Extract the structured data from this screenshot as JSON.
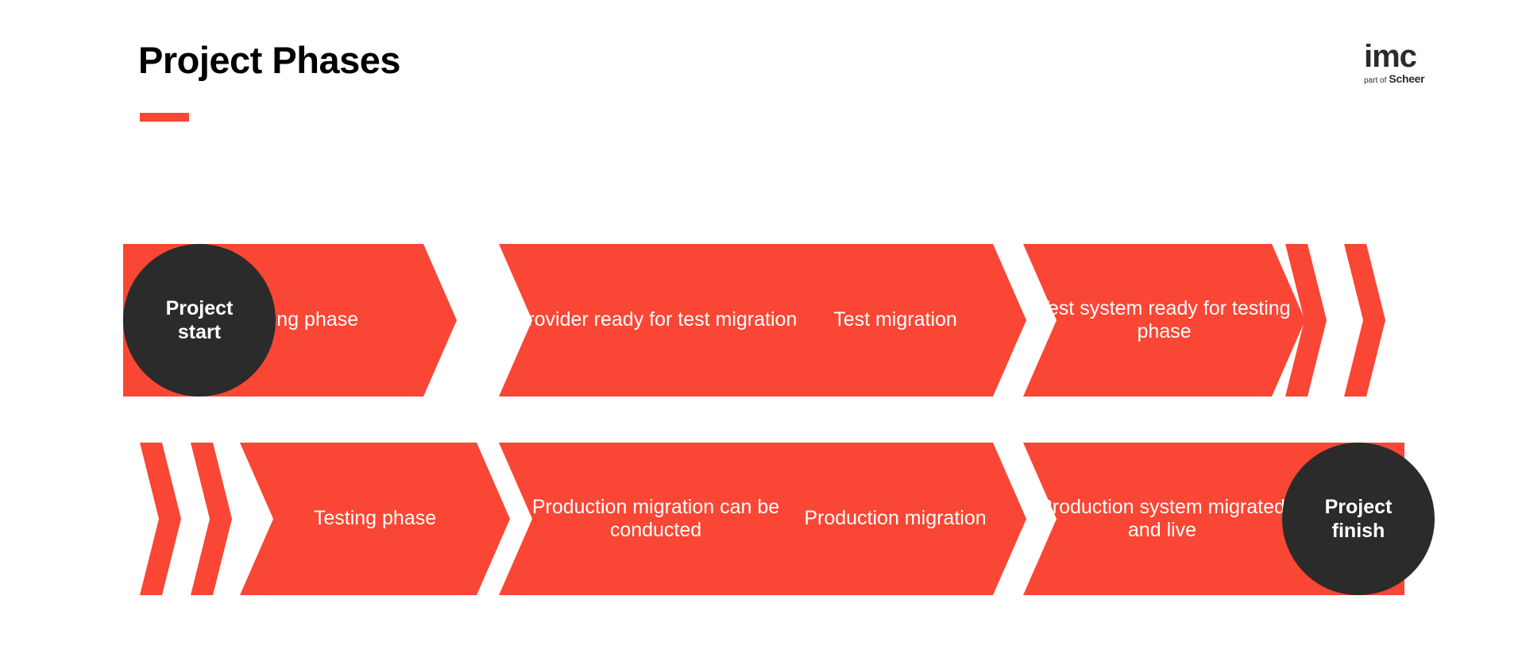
{
  "header": {
    "title": "Project Phases",
    "accent_color": "#FA4634"
  },
  "logo": {
    "name": "imc",
    "tagline_light": "part of",
    "tagline_bold": "Scheer",
    "color": "#2B2B2B"
  },
  "colors": {
    "chevron_red": "#FA4634",
    "terminus_dark": "#2B2B2B",
    "background": "#FFFFFF",
    "text_on_chevron": "#FFFFFF"
  },
  "diagram": {
    "type": "process-flow-chevrons",
    "start_label_line1": "Project",
    "start_label_line2": "start",
    "finish_label_line1": "Project",
    "finish_label_line2": "finish",
    "row1": {
      "steps": [
        {
          "label": "Planning phase"
        },
        {
          "label": "Provider ready for test migration"
        },
        {
          "label": "Test migration"
        },
        {
          "label": "Test system ready for testing phase"
        }
      ],
      "trailing_markers": 2
    },
    "row2": {
      "leading_markers": 2,
      "steps": [
        {
          "label": "Testing phase"
        },
        {
          "label": "Production migration can be conducted"
        },
        {
          "label": "Production migration"
        },
        {
          "label": "Production system migrated and live"
        }
      ]
    }
  }
}
